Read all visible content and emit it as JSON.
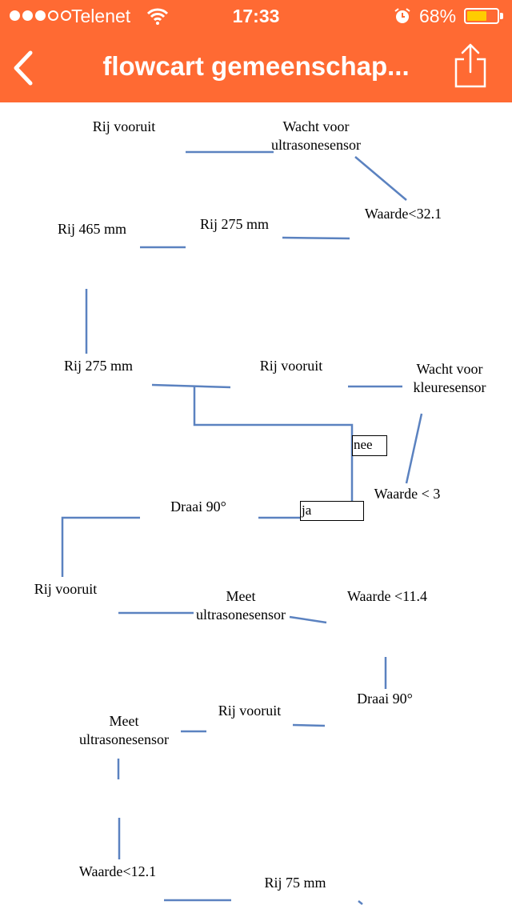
{
  "status": {
    "carrier": "Telenet",
    "time": "17:33",
    "battery": "68%",
    "battery_level": 0.68,
    "signal_bars": 3,
    "signal_total": 5,
    "icons": [
      "wifi-icon",
      "alarm-icon",
      "battery-icon"
    ]
  },
  "nav": {
    "title": "flowcart gemeenschap...",
    "back_icon": "chevron-left-icon",
    "share_icon": "share-icon"
  },
  "colors": {
    "nav_bg": "#ff6a33",
    "connector": "#5b82c0",
    "battery": "#ffcc00"
  },
  "flowchart": {
    "labels": [
      "Rij vooruit",
      "Wacht voor\nultrasonesensor",
      "Waarde<32.1",
      "Rij 465 mm",
      "Rij 275 mm",
      "Rij 275 mm",
      "Rij vooruit",
      "Wacht voor\nkleuresensor",
      "Waarde < 3",
      "Draai 90°",
      "Rij vooruit",
      "Meet\nultrasonesensor",
      "Waarde <11.4",
      "Draai 90°",
      "Rij vooruit",
      "Meet\nultrasonesensor",
      "Waarde<12.1",
      "Rij 75 mm"
    ],
    "branches": [
      "nee",
      "ja"
    ]
  }
}
